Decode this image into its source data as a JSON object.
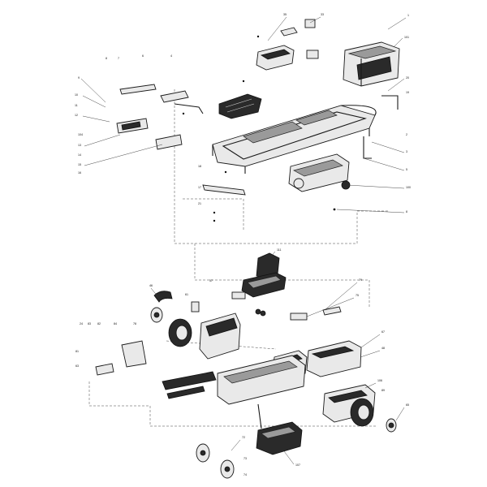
{
  "figure": {
    "description_type": "exploded-parts-diagram",
    "views": [
      {
        "id": "upper",
        "name": "frame-and-battery-assembly"
      },
      {
        "id": "lower",
        "name": "body-seat-wheels-assembly"
      }
    ],
    "callouts": {
      "upper": [
        "1",
        "2",
        "3",
        "4",
        "5",
        "6",
        "7",
        "8",
        "9",
        "10",
        "11",
        "12",
        "13",
        "14",
        "15",
        "16",
        "17",
        "18",
        "19",
        "20",
        "21",
        "22",
        "23",
        "24",
        "25",
        "26",
        "27",
        "28",
        "29",
        "30",
        "31",
        "32",
        "33",
        "34",
        "35",
        "36",
        "37",
        "38",
        "39",
        "40",
        "41",
        "42",
        "43",
        "44",
        "45",
        "46",
        "47",
        "48",
        "49",
        "50",
        "100",
        "101",
        "102",
        "103",
        "104",
        "105"
      ],
      "lower": [
        "51",
        "52",
        "53",
        "54",
        "55",
        "56",
        "57",
        "58",
        "59",
        "60",
        "61",
        "62",
        "63",
        "64",
        "65",
        "66",
        "67",
        "68",
        "69",
        "70",
        "71",
        "72",
        "73",
        "74",
        "75",
        "76",
        "77",
        "78",
        "79",
        "80",
        "81",
        "82",
        "83",
        "84",
        "85",
        "86",
        "87",
        "88",
        "89",
        "90",
        "106",
        "107",
        "108",
        "109",
        "110",
        "111",
        "112"
      ]
    }
  }
}
